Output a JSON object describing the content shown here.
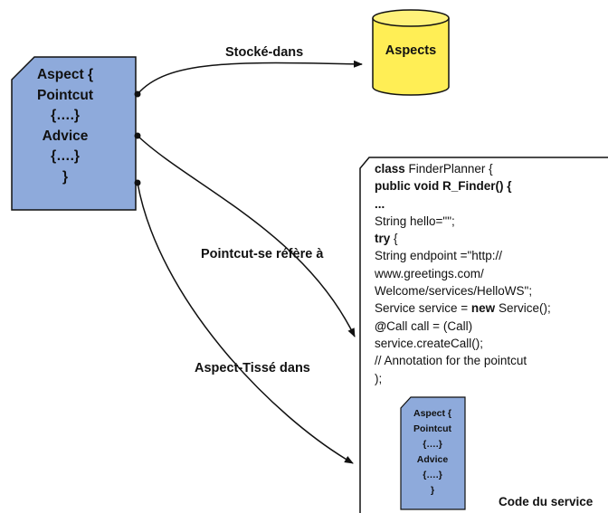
{
  "aspect_card": {
    "lines": [
      "Aspect {",
      "Pointcut",
      "{….}",
      "Advice",
      "{….}",
      "}"
    ]
  },
  "database": {
    "label": "Aspects"
  },
  "edges": {
    "stored_in": "Stocké-dans",
    "pointcut_refers": "Pointcut-se réfère à",
    "woven_in": "Aspect-Tissé dans"
  },
  "code_panel": {
    "line1_kw": "class",
    "line1_rest": " FinderPlanner {",
    "line2": "public void R_Finder() {",
    "line3": "...",
    "line4": "String hello=\"\";",
    "line5_kw": "try",
    "line5_rest": " {",
    "line6": "String endpoint =\"http://",
    "line7": "www.greetings.com/",
    "line8": "Welcome/services/HelloWS\";",
    "line9_a": "Service service = ",
    "line9_kw": "new",
    "line9_b": " Service();",
    "line10_kw": "@",
    "line10_rest": "Call call = (Call)",
    "line11": "service.createCall();",
    "line12": "// Annotation for the pointcut",
    "line13": " );",
    "caption": "Code du service"
  },
  "mini_card": {
    "lines": [
      "Aspect {",
      "Pointcut",
      "{….}",
      "Advice",
      "{….}",
      "}"
    ]
  },
  "colors": {
    "card_fill": "#8eaadb",
    "db_fill": "#ffee55",
    "db_top": "#fff27a",
    "stroke": "#111111"
  }
}
